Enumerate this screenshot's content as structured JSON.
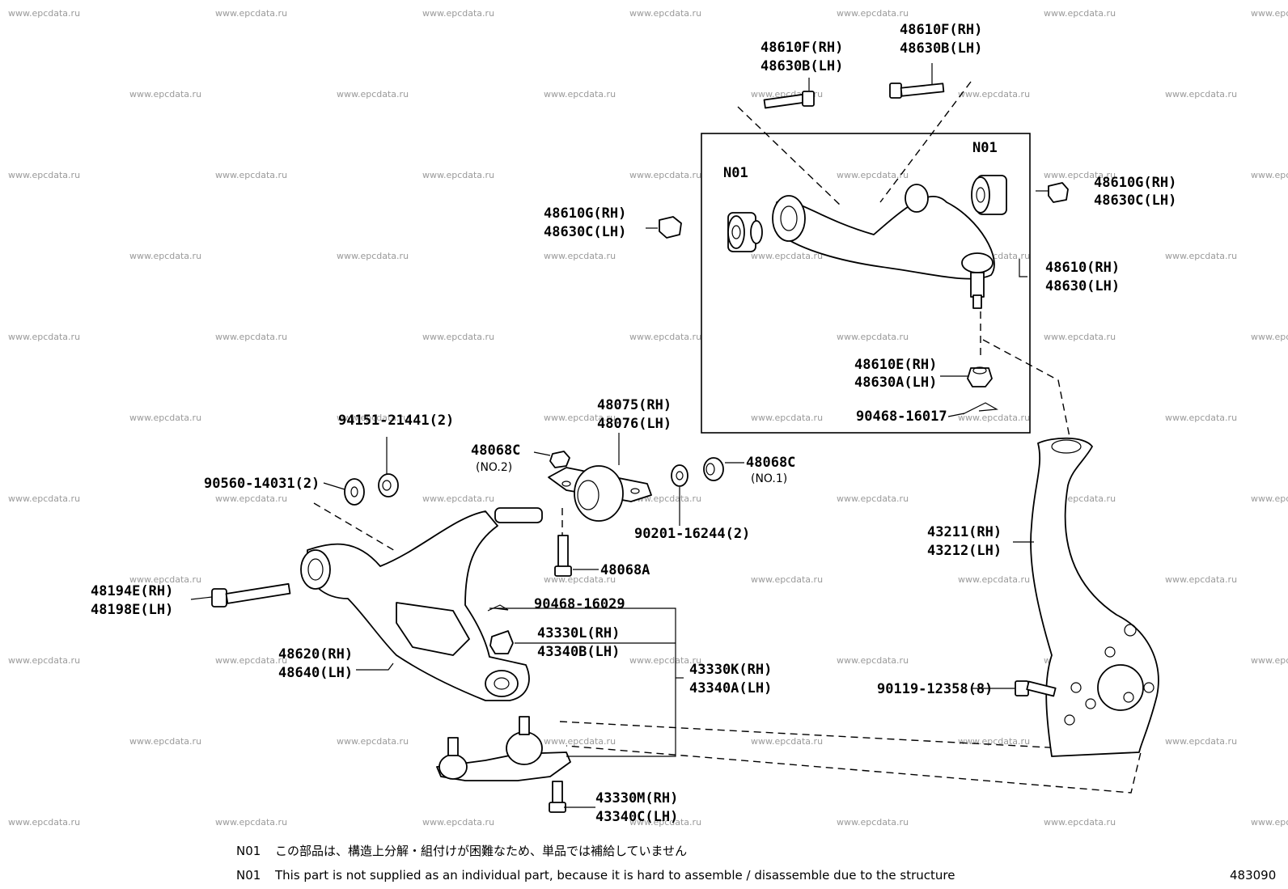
{
  "watermark": "www.epcdata.ru",
  "diagram_code": "483090",
  "labels": {
    "bolt_upper_left_rh": "48610F(RH)",
    "bolt_upper_left_lh": "48630B(LH)",
    "bolt_upper_right_rh": "48610F(RH)",
    "bolt_upper_right_lh": "48630B(LH)",
    "n01_left": "N01",
    "n01_right": "N01",
    "nut_left_rh": "48610G(RH)",
    "nut_left_lh": "48630C(LH)",
    "nut_right_rh": "48610G(RH)",
    "nut_right_lh": "48630C(LH)",
    "upper_arm_rh": "48610(RH)",
    "upper_arm_lh": "48630(LH)",
    "upper_nut_rh": "48610E(RH)",
    "upper_nut_lh": "48630A(LH)",
    "cotter_upper": "90468-16017",
    "bushing_rh": "48075(RH)",
    "bushing_lh": "48076(LH)",
    "washer_no2": "48068C",
    "washer_no2_sub": "(NO.2)",
    "washer_no1": "48068C",
    "washer_no1_sub": "(NO.1)",
    "nut_94151": "94151-21441(2)",
    "washer_90560": "90560-14031(2)",
    "washer_90201": "90201-16244(2)",
    "bolt_48068a": "48068A",
    "bolt_lower_rh": "48194E(RH)",
    "bolt_lower_lh": "48198E(LH)",
    "cotter_lower": "90468-16029",
    "nut_ball_rh": "43330L(RH)",
    "nut_ball_lh": "43340B(LH)",
    "lower_arm_rh": "48620(RH)",
    "lower_arm_lh": "48640(LH)",
    "ball_joint_rh": "43330K(RH)",
    "ball_joint_lh": "43340A(LH)",
    "bolt_ball_rh": "43330M(RH)",
    "bolt_ball_lh": "43340C(LH)",
    "knuckle_rh": "43211(RH)",
    "knuckle_lh": "43212(LH)",
    "bolt_90119": "90119-12358(8)"
  },
  "notes": [
    {
      "code": "N01",
      "text": "この部品は、構造上分解・組付けが困難なため、単品では補給していません"
    },
    {
      "code": "N01",
      "text": "This part is not supplied as an individual part, because it is hard to assemble / disassemble due to the structure"
    }
  ]
}
